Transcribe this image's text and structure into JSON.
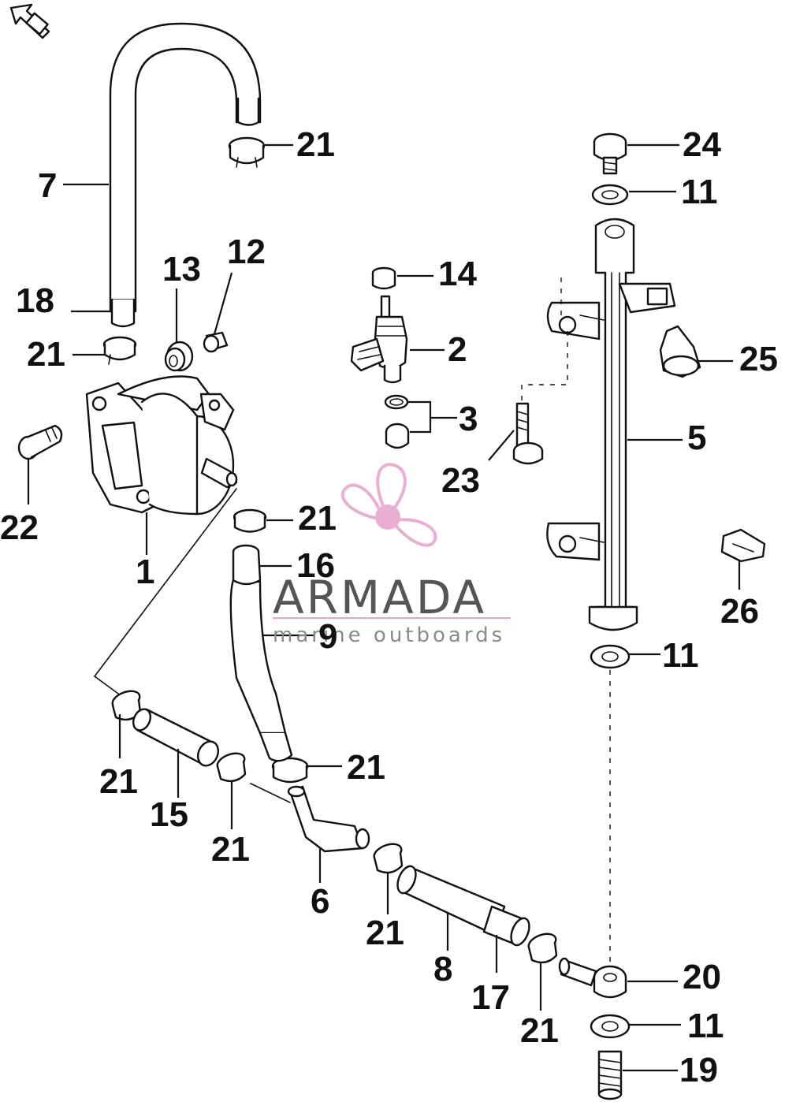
{
  "labels": {
    "l1": "1",
    "l2": "2",
    "l3": "3",
    "l5": "5",
    "l6": "6",
    "l7": "7",
    "l8": "8",
    "l9": "9",
    "l11a": "11",
    "l11b": "11",
    "l11c": "11",
    "l12": "12",
    "l13": "13",
    "l14": "14",
    "l15": "15",
    "l16": "16",
    "l17": "17",
    "l18": "18",
    "l19": "19",
    "l20": "20",
    "l21a": "21",
    "l21b": "21",
    "l21c": "21",
    "l21d": "21",
    "l21e": "21",
    "l21f": "21",
    "l21g": "21",
    "l21h": "21",
    "l22": "22",
    "l23": "23",
    "l24": "24",
    "l25": "25",
    "l26": "26"
  },
  "watermark": {
    "brand": "ARMADA",
    "tagline": "marine outboards",
    "logo_color": "#e8a6cf"
  }
}
